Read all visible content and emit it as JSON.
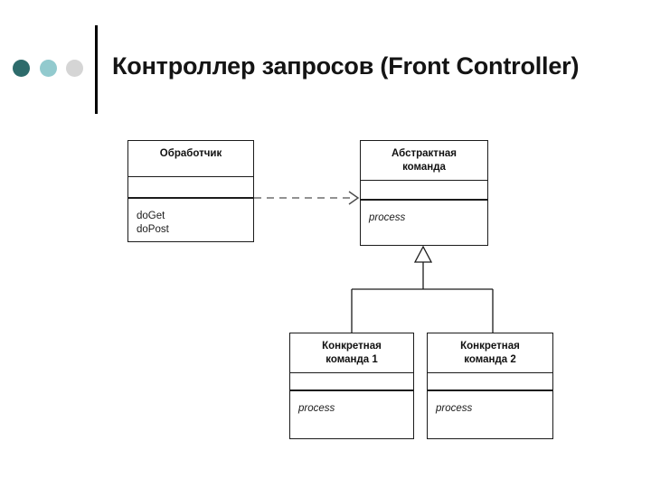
{
  "slide": {
    "title": "Контроллер запросов (Front Controller)",
    "bullet_colors": [
      "#2d6b6b",
      "#92cace",
      "#d5d5d5"
    ],
    "divider_color": "#000000"
  },
  "diagram": {
    "type": "uml-class-diagram",
    "classes": [
      {
        "id": "handler",
        "name": "Обработчик",
        "attributes": [],
        "operations": [
          "doGet",
          "doPost"
        ],
        "abstract": false
      },
      {
        "id": "abstract-command",
        "name": "Абстрактная команда",
        "name_line_1": "Абстрактная",
        "name_line_2": "команда",
        "attributes": [],
        "operations": [
          "process"
        ],
        "abstract": true
      },
      {
        "id": "concrete-command-1",
        "name": "Конкретная команда 1",
        "name_line_1": "Конкретная",
        "name_line_2": "команда 1",
        "attributes": [],
        "operations": [
          "process"
        ],
        "abstract": false
      },
      {
        "id": "concrete-command-2",
        "name": "Конкретная команда 2",
        "name_line_1": "Конкретная",
        "name_line_2": "команда 2",
        "attributes": [],
        "operations": [
          "process"
        ],
        "abstract": false
      }
    ],
    "relationships": [
      {
        "id": "dependency-handler-to-abstract-command",
        "type": "dependency",
        "style": "dashed-open-arrow",
        "from": "handler",
        "to": "abstract-command",
        "label": ""
      },
      {
        "id": "generalization-concrete-1",
        "type": "generalization",
        "style": "solid-hollow-triangle",
        "from": "concrete-command-1",
        "to": "abstract-command",
        "label": ""
      },
      {
        "id": "generalization-concrete-2",
        "type": "generalization",
        "style": "solid-hollow-triangle",
        "from": "concrete-command-2",
        "to": "abstract-command",
        "label": ""
      }
    ],
    "line_color": "#1b1b1b"
  }
}
